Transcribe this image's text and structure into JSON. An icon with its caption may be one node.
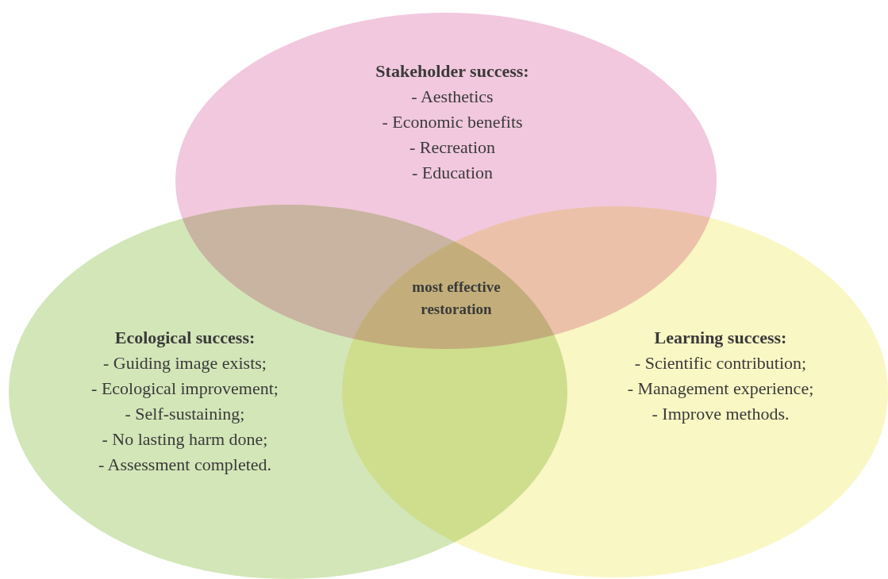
{
  "diagram": {
    "nodes": [
      {
        "text": [
          "Stakeholder success:",
          "- Aesthetics",
          "- Economic benefits",
          "- Recreation",
          "- Education"
        ]
      },
      {
        "text": [
          "Ecological success:",
          "- Guiding image exists;",
          "- Ecological improvement;",
          "- Self-sustaining;",
          "- No lasting harm done;",
          "- Assessment completed."
        ]
      },
      {
        "text": [
          "Learning success:",
          "- Scientific contribution;",
          "- Management experience;",
          "- Improve methods."
        ]
      }
    ],
    "labels": [
      "most effective restoration"
    ]
  }
}
